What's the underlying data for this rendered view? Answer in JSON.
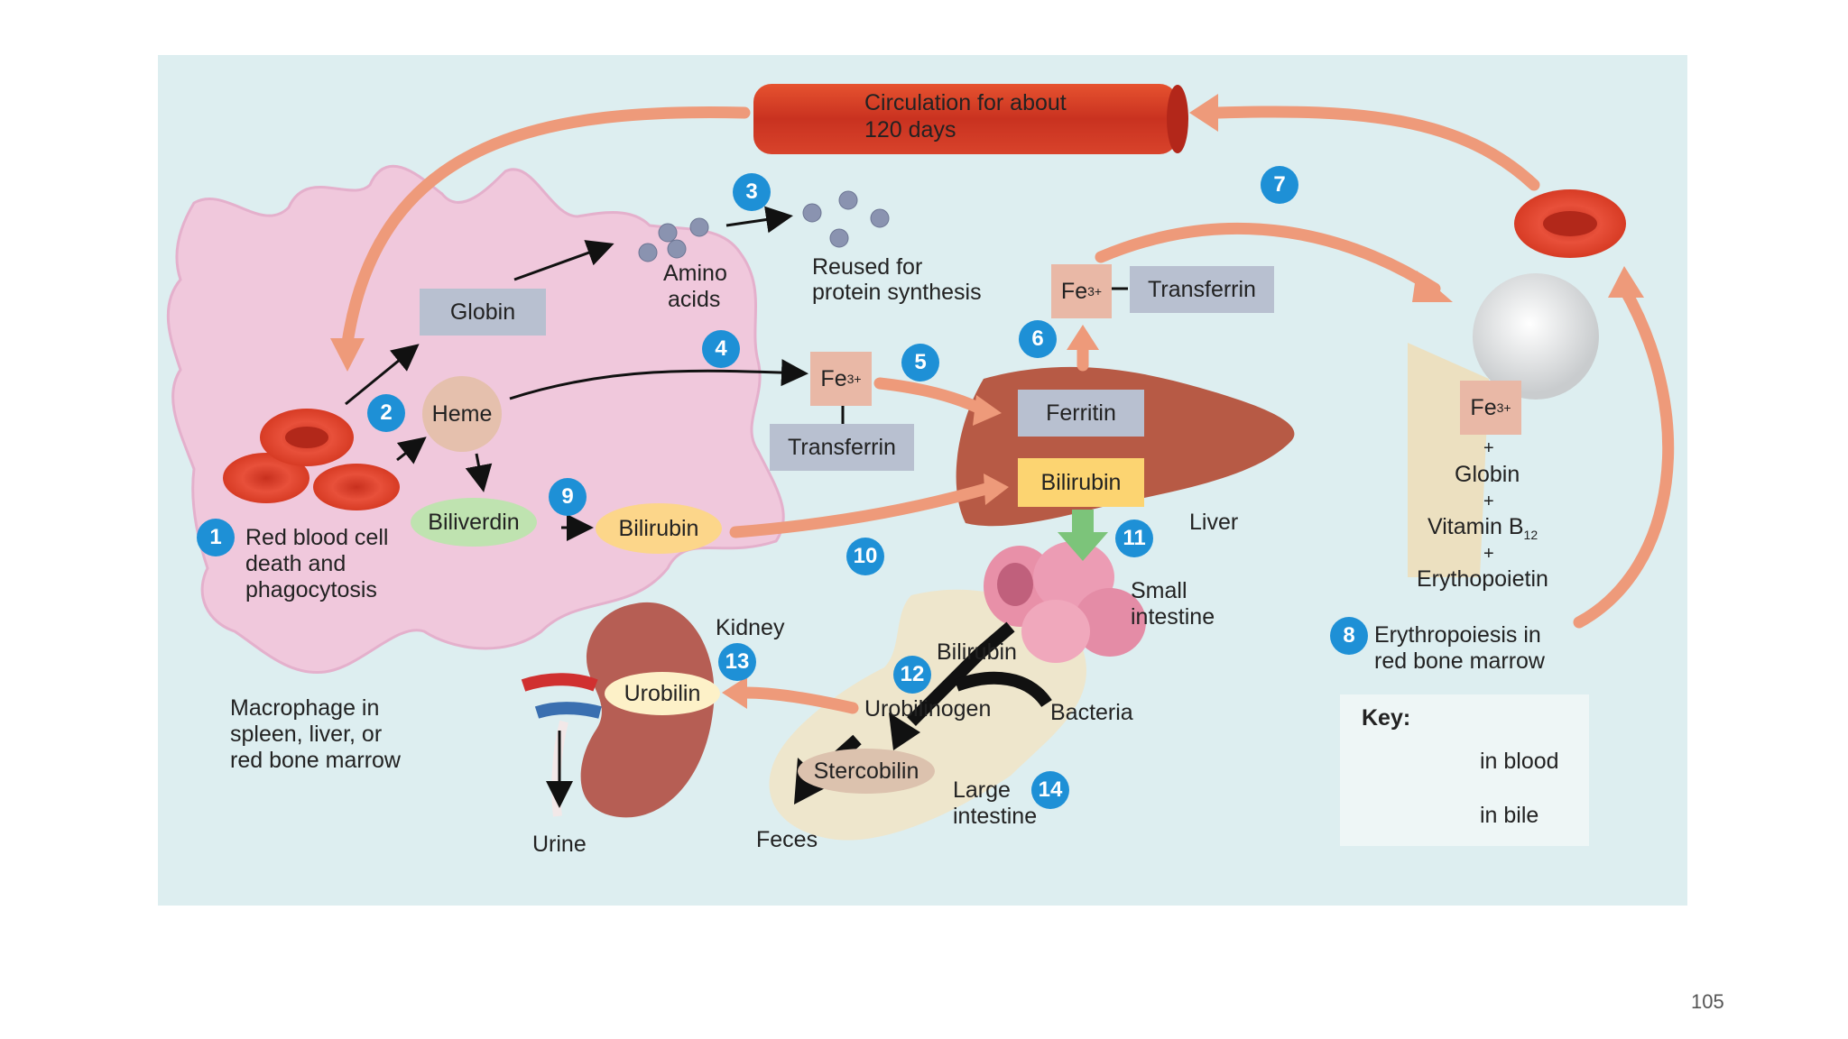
{
  "circulation": {
    "label_line1": "Circulation for about",
    "label_line2": "120 days"
  },
  "steps": [
    "1",
    "2",
    "3",
    "4",
    "5",
    "6",
    "7",
    "8",
    "9",
    "10",
    "11",
    "12",
    "13",
    "14"
  ],
  "labels": {
    "globin": "Globin",
    "amino_acids_1": "Amino",
    "amino_acids_2": "acids",
    "reused_1": "Reused for",
    "reused_2": "protein synthesis",
    "heme": "Heme",
    "fe": "Fe",
    "fe_charge": "3+",
    "transferrin": "Transferrin",
    "ferritin": "Ferritin",
    "bilirubin": "Bilirubin",
    "biliverdin": "Biliverdin",
    "liver": "Liver",
    "rbc_death_1": "Red blood cell",
    "rbc_death_2": "death and",
    "rbc_death_3": "phagocytosis",
    "macrophage_1": "Macrophage in",
    "macrophage_2": "spleen, liver, or",
    "macrophage_3": "red bone marrow",
    "small_intestine_1": "Small",
    "small_intestine_2": "intestine",
    "kidney": "Kidney",
    "urobilin": "Urobilin",
    "urobilinogen": "Urobilinogen",
    "bacteria": "Bacteria",
    "stercobilin": "Stercobilin",
    "large_intestine_1": "Large",
    "large_intestine_2": "intestine",
    "feces": "Feces",
    "urine": "Urine",
    "marrow_plus": "+",
    "marrow_globin": "Globin",
    "marrow_vitamin": "Vitamin B",
    "marrow_vitamin_sub": "12",
    "marrow_epo": "Erythopoietin",
    "erythropoiesis_1": "Erythropoiesis in",
    "erythropoiesis_2": "red bone marrow"
  },
  "key": {
    "title": "Key:",
    "blood": "in blood",
    "bile": "in bile",
    "blood_color": "#ee9a7a",
    "bile_color": "#7cc47a"
  },
  "page_number": "105"
}
